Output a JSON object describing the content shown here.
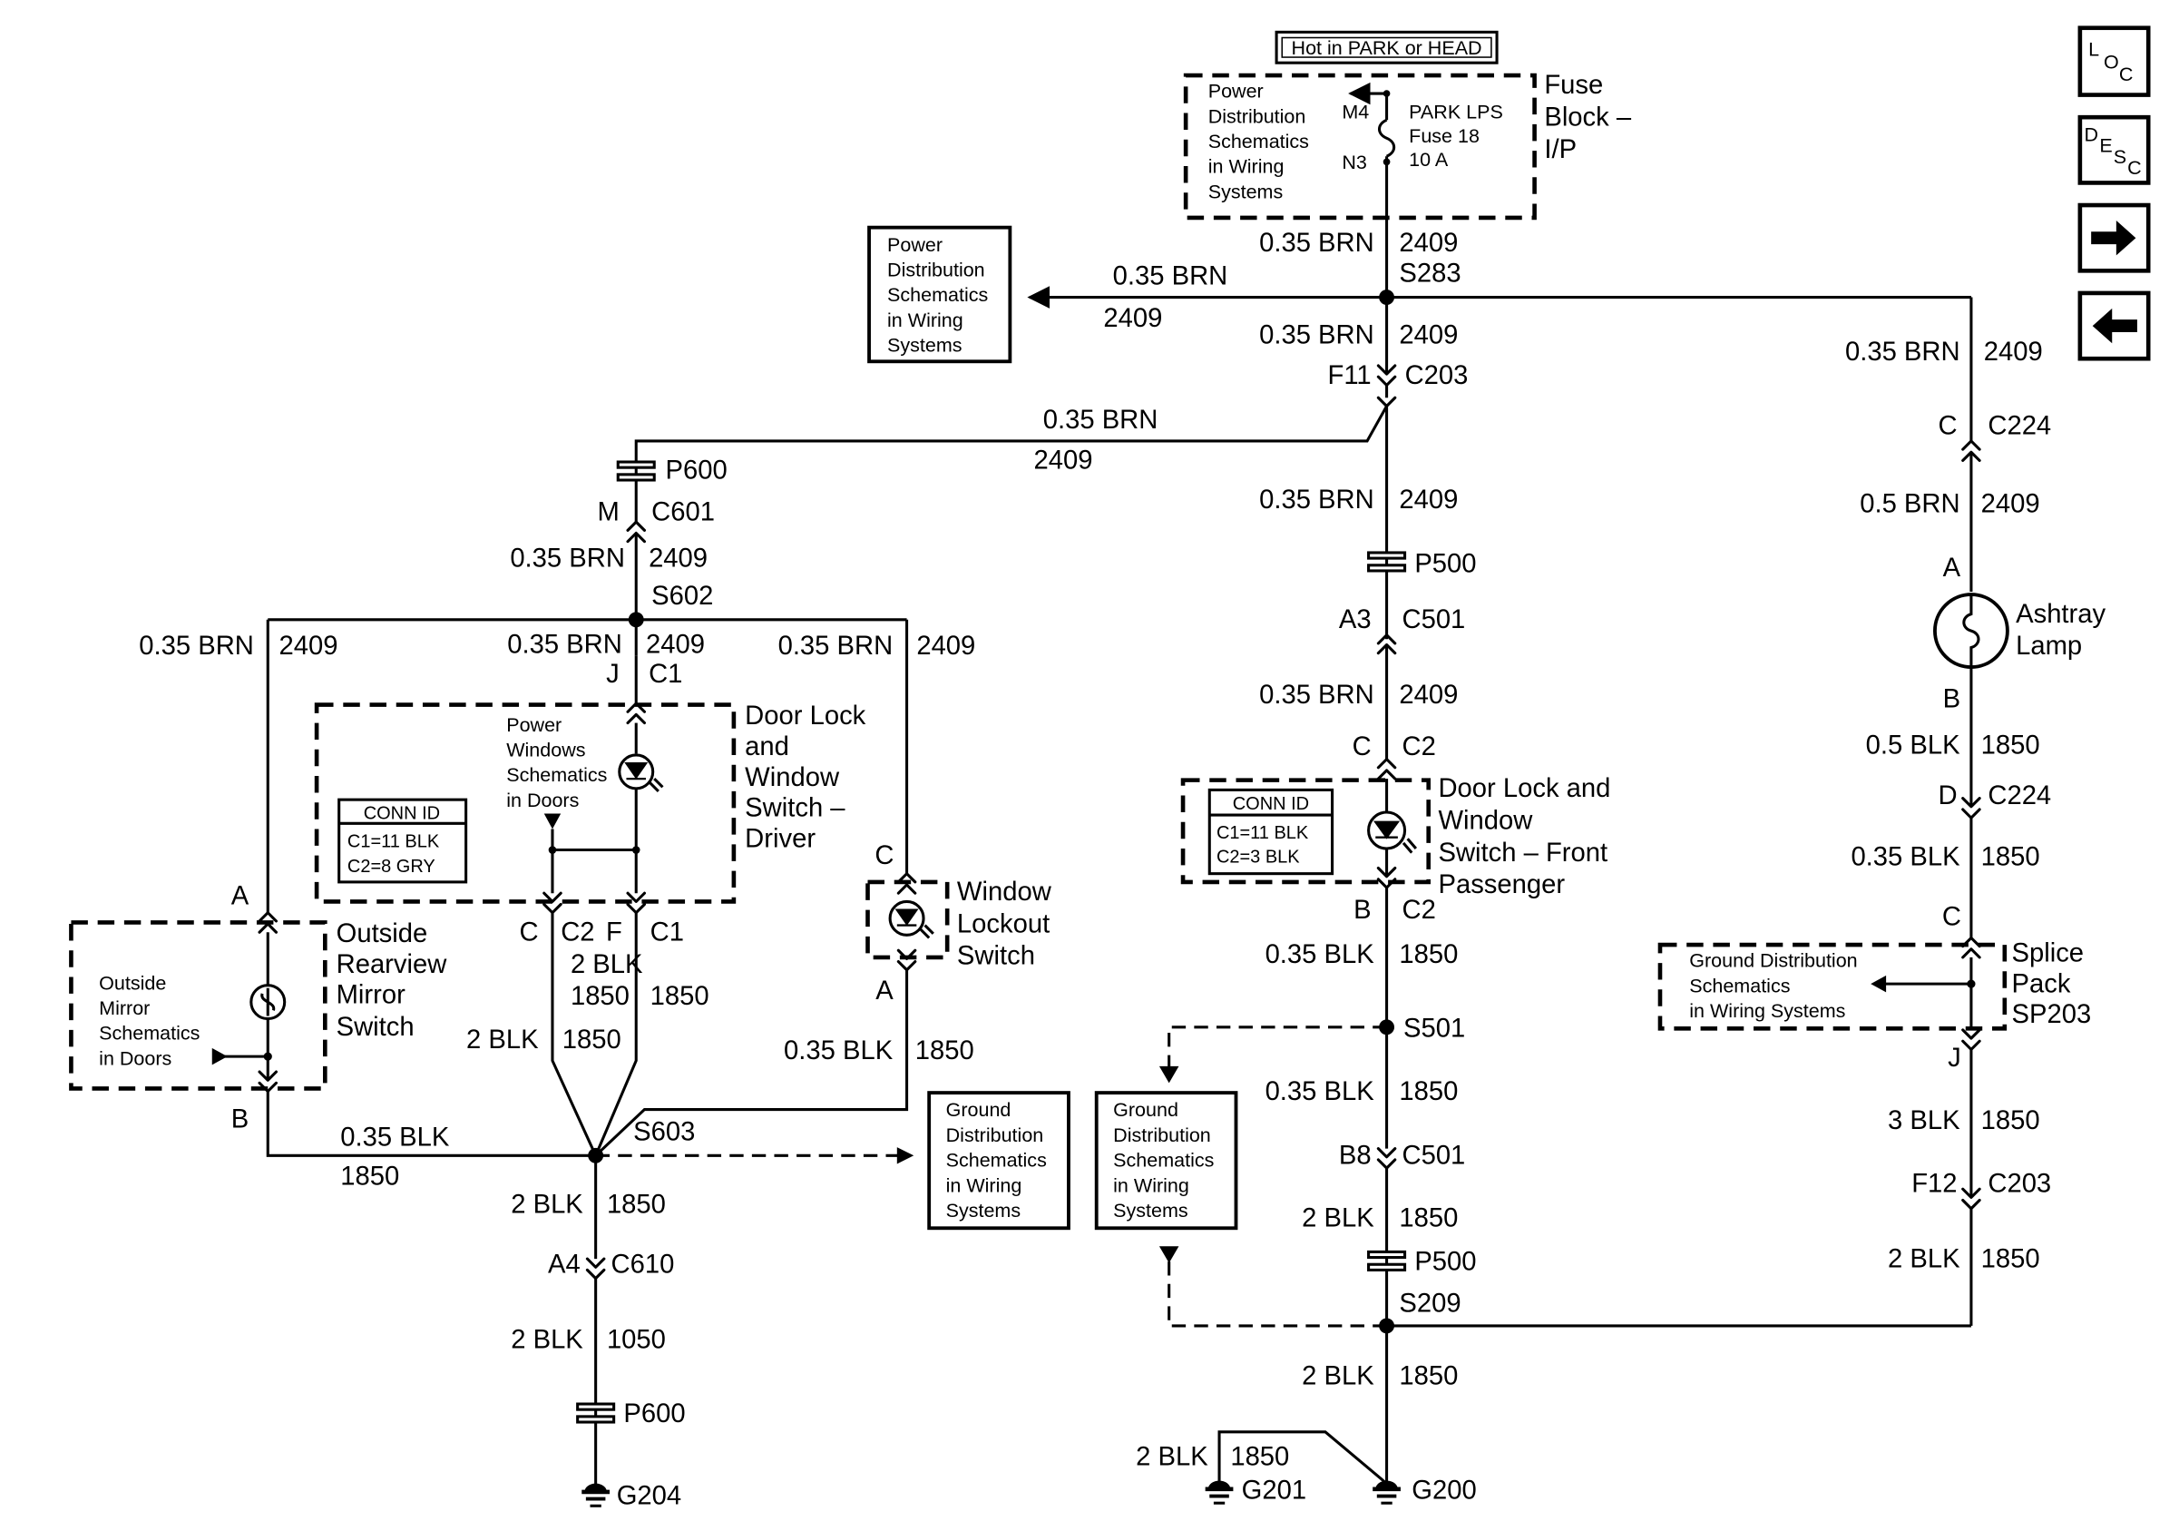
{
  "nav": {
    "loc": {
      "l1": "L",
      "l2": "O",
      "l3": "C"
    },
    "desc": {
      "l1": "D",
      "l2": "E",
      "l3": "S",
      "l4": "C"
    }
  },
  "header": {
    "hot_label": "Hot in PARK or HEAD"
  },
  "fuse_block": {
    "ref_lines": [
      "Power",
      "Distribution",
      "Schematics",
      "in Wiring",
      "Systems"
    ],
    "pin_top": "M4",
    "pin_bottom": "N3",
    "fuse_lines": [
      "PARK LPS",
      "Fuse 18",
      "10 A"
    ],
    "title_lines": [
      "Fuse",
      "Block –",
      "I/P"
    ]
  },
  "power_ref_box": {
    "lines": [
      "Power",
      "Distribution",
      "Schematics",
      "in Wiring",
      "Systems"
    ]
  },
  "ground_ref_box_1": {
    "lines": [
      "Ground",
      "Distribution",
      "Schematics",
      "in Wiring",
      "Systems"
    ]
  },
  "ground_ref_box_2": {
    "lines": [
      "Ground",
      "Distribution",
      "Schematics",
      "in Wiring",
      "Systems"
    ]
  },
  "wires": {
    "w_fuse_out": {
      "size": "0.35 BRN",
      "circuit": "2409"
    },
    "splice_s283": "S283",
    "w_left_power": {
      "size": "0.35 BRN",
      "circuit": "2409"
    },
    "w_below_s283": {
      "size": "0.35 BRN",
      "circuit": "2409"
    },
    "conn_c203_top": {
      "pin": "F11",
      "name": "C203"
    },
    "w_to_p600": {
      "size": "0.35 BRN",
      "circuit": "2409"
    },
    "w_right_top": {
      "size": "0.35 BRN",
      "circuit": "2409"
    },
    "conn_c224_top": {
      "pin": "C",
      "name": "C224"
    },
    "w_right_05": {
      "size": "0.5 BRN",
      "circuit": "2409"
    },
    "p600_top": "P600",
    "conn_c601": {
      "pin": "M",
      "name": "C601"
    },
    "w_c601_below": {
      "size": "0.35 BRN",
      "circuit": "2409"
    },
    "splice_s602": "S602",
    "w_mid_below_c203": {
      "size": "0.35 BRN",
      "circuit": "2409"
    },
    "p500_top": "P500",
    "conn_c501_top": {
      "pin": "A3",
      "name": "C501"
    },
    "w_mid_below_c501": {
      "size": "0.35 BRN",
      "circuit": "2409"
    },
    "conn_c2_fp_top": {
      "pin": "C",
      "name": "C2"
    },
    "conn_c2_fp_bottom": {
      "pin": "B",
      "name": "C2"
    },
    "w_fp_out": {
      "size": "0.35 BLK",
      "circuit": "1850"
    },
    "splice_s501": "S501",
    "w_s501_below": {
      "size": "0.35 BLK",
      "circuit": "1850"
    },
    "conn_c501_bottom": {
      "pin": "B8",
      "name": "C501"
    },
    "w_mid_2blk": {
      "size": "2 BLK",
      "circuit": "1850"
    },
    "p500_bottom": "P500",
    "splice_s209": "S209",
    "w_s209_below": {
      "size": "2 BLK",
      "circuit": "1850"
    },
    "w_g201": {
      "size": "2 BLK",
      "circuit": "1850"
    },
    "g201": "G201",
    "g200": "G200",
    "w_left_branch": {
      "size": "0.35 BRN",
      "circuit": "2409"
    },
    "w_center_branch": {
      "size": "0.35 BRN",
      "circuit": "2409"
    },
    "w_right_branch": {
      "size": "0.35 BRN",
      "circuit": "2409"
    },
    "conn_c1_top": {
      "pin": "J",
      "name": "C1"
    },
    "conn_mirror_top": "A",
    "conn_mirror_bottom": "B",
    "w_mirror_out": {
      "size": "0.35 BLK",
      "circuit": "1850"
    },
    "conn_lockout_top": "C",
    "conn_lockout_bottom": "A",
    "w_lockout_out": {
      "size": "0.35 BLK",
      "circuit": "1850"
    },
    "driver_pins": {
      "c": "C",
      "c2": "C2",
      "f": "F",
      "c1": "C1"
    },
    "w_drv_c2": {
      "size": "2 BLK",
      "circuit": "1850"
    },
    "w_drv_c": {
      "size": "2 BLK",
      "circuit": "1850"
    },
    "w_drv_c1": {
      "circuit": "1850"
    },
    "splice_s603": "S603",
    "w_s603_below": {
      "size": "2 BLK",
      "circuit": "1850"
    },
    "conn_c610": {
      "pin": "A4",
      "name": "C610"
    },
    "w_c610_below": {
      "size": "2 BLK",
      "circuit": "1050"
    },
    "p600_bottom": "P600",
    "g204": "G204",
    "lamp_pin_top": "A",
    "lamp_pin_bottom": "B",
    "w_lamp_out": {
      "size": "0.5 BLK",
      "circuit": "1850"
    },
    "conn_c224_bottom": {
      "pin": "D",
      "name": "C224"
    },
    "w_right_035blk": {
      "size": "0.35 BLK",
      "circuit": "1850"
    },
    "splice_pack_top": "C",
    "splice_pack_bottom": "J",
    "w_right_3blk": {
      "size": "3 BLK",
      "circuit": "1850"
    },
    "conn_c203_bottom": {
      "pin": "F12",
      "name": "C203"
    },
    "w_right_2blk": {
      "size": "2 BLK",
      "circuit": "1850"
    }
  },
  "components": {
    "ashtray_lamp": [
      "Ashtray",
      "Lamp"
    ],
    "driver_switch": [
      "Door Lock",
      "and",
      "Window",
      "Switch –",
      "Driver"
    ],
    "driver_power_ref": [
      "Power",
      "Windows",
      "Schematics",
      "in Doors"
    ],
    "driver_conn_id": {
      "title": "CONN ID",
      "c1": "C1=11 BLK",
      "c2": "C2=8 GRY"
    },
    "fp_switch": [
      "Door Lock and",
      "Window",
      "Switch – Front",
      "Passenger"
    ],
    "fp_conn_id": {
      "title": "CONN ID",
      "c1": "C1=11 BLK",
      "c2": "C2=3 BLK"
    },
    "mirror_switch": [
      "Outside",
      "Rearview",
      "Mirror",
      "Switch"
    ],
    "mirror_ref": [
      "Outside",
      "Mirror",
      "Schematics",
      "in Doors"
    ],
    "lockout_switch": [
      "Window",
      "Lockout",
      "Switch"
    ],
    "splice_pack": [
      "Splice",
      "Pack",
      "SP203"
    ],
    "splice_pack_ref": [
      "Ground Distribution",
      "Schematics",
      "in Wiring Systems"
    ]
  }
}
